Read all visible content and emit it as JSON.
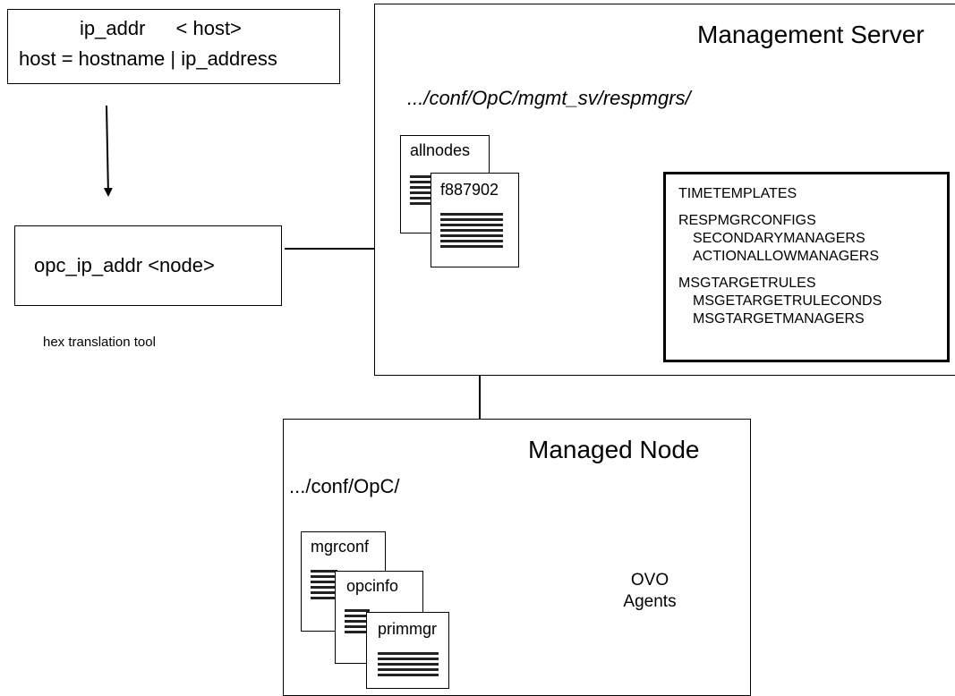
{
  "host_box": {
    "line1_a": "ip_addr",
    "line1_b": "< host>",
    "line2": "host = hostname | ip_address"
  },
  "translate_box": {
    "label": "opc_ip_addr <node>",
    "caption": "hex translation tool"
  },
  "management_server": {
    "title": "Management Server",
    "path": ".../conf/OpC/mgmt_sv/respmgrs/",
    "files": [
      {
        "name": "allnodes"
      },
      {
        "name": "f887902"
      }
    ],
    "detail_items": [
      {
        "text": "TIMETEMPLATES",
        "indent": false
      },
      {
        "text": "RESPMGRCONFIGS",
        "indent": false
      },
      {
        "text": "SECONDARYMANAGERS",
        "indent": true
      },
      {
        "text": "ACTIONALLOWMANAGERS",
        "indent": true
      },
      {
        "text": "MSGTARGETRULES",
        "indent": false
      },
      {
        "text": "MSGETARGETRULECONDS",
        "indent": true
      },
      {
        "text": "MSGTARGETMANAGERS",
        "indent": true
      }
    ]
  },
  "managed_node": {
    "title": "Managed Node",
    "path": ".../conf/OpC/",
    "files": [
      {
        "name": "mgrconf"
      },
      {
        "name": "opcinfo"
      },
      {
        "name": "primmgr"
      }
    ],
    "agents_label_1": "OVO",
    "agents_label_2": "Agents"
  }
}
